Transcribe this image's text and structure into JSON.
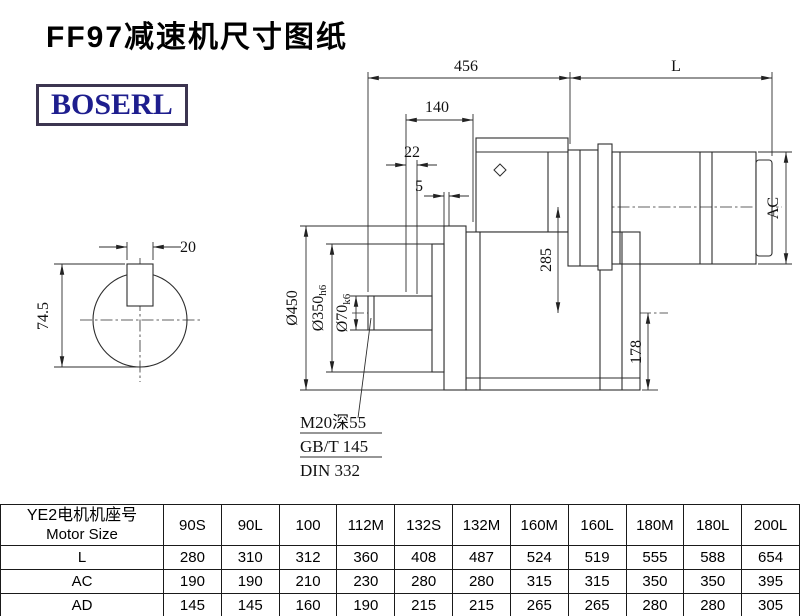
{
  "page": {
    "title": "FF97减速机尺寸图纸",
    "logo": "BOSERL",
    "brand_color": "#1e1e8e"
  },
  "drawing": {
    "dims": {
      "top_width": "456",
      "motor_length": "L",
      "d140": "140",
      "d22": "22",
      "d5": "5",
      "ac": "AC",
      "d285": "285",
      "d178": "178",
      "d450": "Ø450",
      "d350": "Ø350",
      "d350_suffix": "h6",
      "d70": "Ø70",
      "d70_suffix": "k6",
      "key_width": "20",
      "key_height": "74.5"
    },
    "notes": {
      "tap": "M20深55",
      "gb": "GB/T 145",
      "din": "DIN 332"
    }
  },
  "table": {
    "header": {
      "cn": "YE2电机机座号",
      "en": "Motor Size"
    },
    "columns": [
      "90S",
      "90L",
      "100",
      "112M",
      "132S",
      "132M",
      "160M",
      "160L",
      "180M",
      "180L",
      "200L"
    ],
    "rows": [
      {
        "label": "L",
        "values": [
          "280",
          "310",
          "312",
          "360",
          "408",
          "487",
          "524",
          "519",
          "555",
          "588",
          "654"
        ]
      },
      {
        "label": "AC",
        "values": [
          "190",
          "190",
          "210",
          "230",
          "280",
          "280",
          "315",
          "315",
          "350",
          "350",
          "395"
        ]
      },
      {
        "label": "AD",
        "values": [
          "145",
          "145",
          "160",
          "190",
          "215",
          "215",
          "265",
          "265",
          "280",
          "280",
          "305"
        ]
      }
    ]
  }
}
